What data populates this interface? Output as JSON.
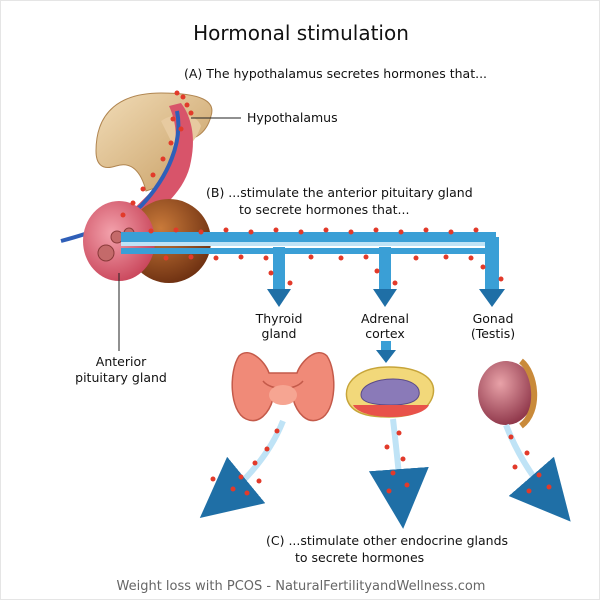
{
  "title": "Hormonal stimulation",
  "labels": {
    "step_a": "(A) The hypothalamus secretes hormones that...",
    "hypothalamus": "Hypothalamus",
    "step_b_line1": "(B) ...stimulate the anterior pituitary gland",
    "step_b_line2": "to secrete hormones that...",
    "anterior_line1": "Anterior",
    "anterior_line2": "pituitary gland",
    "thyroid_line1": "Thyroid",
    "thyroid_line2": "gland",
    "adrenal_line1": "Adrenal",
    "adrenal_line2": "cortex",
    "gonad_line1": "Gonad",
    "gonad_line2": "(Testis)",
    "step_c_line1": "(C) ...stimulate other endocrine glands",
    "step_c_line2": "to secrete hormones"
  },
  "footer": "Weight loss with PCOS - NaturalFertilityandWellness.com",
  "colors": {
    "arrow": "#3a9fd6",
    "arrow_dark": "#1f6fa6",
    "dot": "#e23a2a",
    "pituitary_anterior": "#e06a7a",
    "pituitary_posterior": "#9a4b1e",
    "brain": "#d9b98a",
    "thyroid": "#f08a78",
    "adrenal_outer": "#f2d87a",
    "adrenal_inner": "#8a7ab8",
    "testis": "#b35a6a"
  }
}
